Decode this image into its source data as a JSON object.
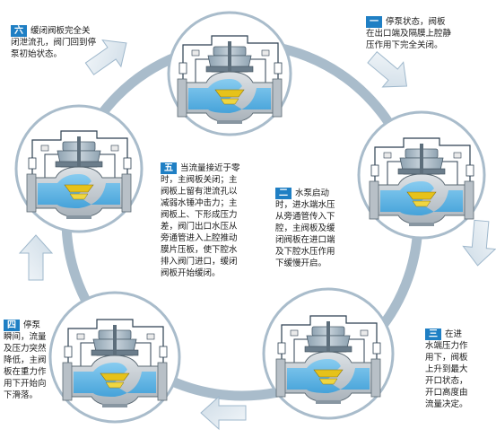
{
  "steps": [
    {
      "num": "一",
      "lead": "停泵状态，阀板",
      "body": "在出口端及隔膜上腔静\n压作用下完全关闭。"
    },
    {
      "num": "二",
      "lead": "水泵启动",
      "body": "时，进水端水压\n从旁通管传入下\n腔，主阀板及缓\n闭阀板在进口端\n及下腔水压作用\n下缓慢开启。"
    },
    {
      "num": "三",
      "lead": "在进",
      "body": "水端压力作\n用下，阀板\n上升到最大\n开口状态，\n开口高度由\n流量决定。"
    },
    {
      "num": "四",
      "lead": "停泵",
      "body": "瞬间，流量\n及压力突然\n降低，主阀\n板在重力作\n用下开始向\n下滑落。"
    },
    {
      "num": "五",
      "lead": "当流量接近于零",
      "body": "时，主阀板关闭；主\n阀板上留有泄流孔以\n减弱水锤冲击力；主\n阀板上、下形成压力\n差，阀门出口水压从\n旁通管进入上腔推动\n膜片压板，使下腔水\n排入阀门进口，缓闭\n阀板开始缓闭。"
    },
    {
      "num": "六",
      "lead": "缓闭阀板完全关",
      "body": "闭泄流孔，阀门回到停\n泵初始状态。"
    }
  ],
  "colors": {
    "ring": "#a9bccb",
    "arrow": "#dfe8ef",
    "arrow_stroke": "#9fb8cc",
    "badge": "#1f7fc4",
    "water": "#58b7ea",
    "body": "#c6ccd2",
    "bonnet": "#9fb0bc",
    "disc": "#e6c21a",
    "pipe": "#2c3f50"
  }
}
